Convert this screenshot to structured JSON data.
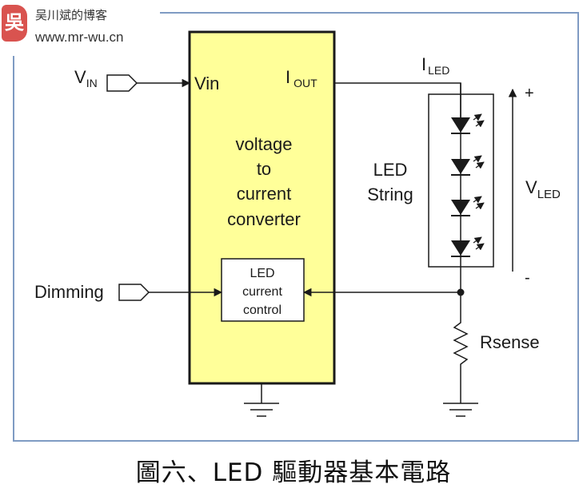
{
  "watermark": {
    "logo": "吳",
    "name": "吴川斌的博客",
    "url": "www.mr-wu.cn"
  },
  "labels": {
    "vin_main": "V",
    "vin_sub": "IN",
    "dimming": "Dimming",
    "pin_vin": "Vin",
    "pin_iout_main": "I",
    "pin_iout_sub": "OUT",
    "converter": [
      "voltage",
      "to",
      "current",
      "converter"
    ],
    "ctrl": [
      "LED",
      "current",
      "control"
    ],
    "iled_main": "I",
    "iled_sub": "LED",
    "string": [
      "LED",
      "String"
    ],
    "vled_main": "V",
    "vled_sub": "LED",
    "plus": "+",
    "minus": "-",
    "rsense": "Rsense"
  },
  "caption": "圖六、LED 驅動器基本電路",
  "colors": {
    "converter_fill": "#ffff99",
    "border": "#7f9bc3",
    "wire": "#1a1a1a"
  }
}
